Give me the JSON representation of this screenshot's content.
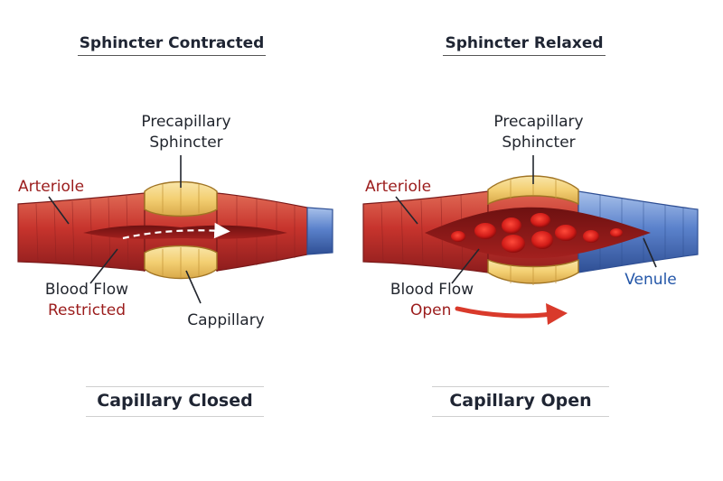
{
  "left_panel": {
    "title": "Sphincter Contracted",
    "footer": "Capillary Closed",
    "labels": {
      "sphincter_line1": "Precapillary",
      "sphincter_line2": "Sphincter",
      "arteriole": "Arteriole",
      "blood_flow": "Blood Flow",
      "blood_flow_state": "Restricted",
      "capillary": "Cappillary"
    }
  },
  "right_panel": {
    "title": "Sphincter Relaxed",
    "footer": "Capillary Open",
    "labels": {
      "sphincter_line1": "Precapillary",
      "sphincter_line2": "Sphincter",
      "arteriole": "Arteriole",
      "blood_flow": "Blood Flow",
      "blood_flow_state": "Open",
      "venule": "Venule"
    }
  },
  "colors": {
    "arteriole_red": "#c93a32",
    "vessel_dark_red": "#8e1d1d",
    "venule_blue": "#4a72c0",
    "sphincter_yellow": "#f3d07a",
    "flow_arrow_red": "#d93a2b",
    "restricted_text": "#9b1c1c",
    "venule_text": "#2356a8"
  }
}
